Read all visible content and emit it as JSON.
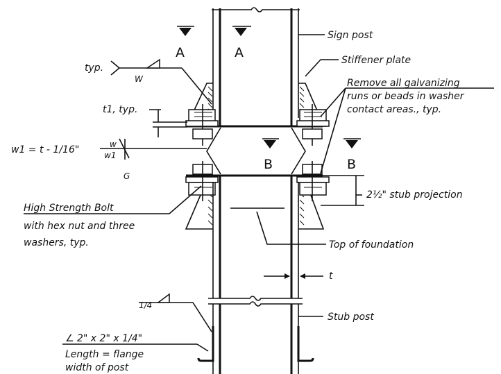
{
  "labels": {
    "sign_post": "Sign post",
    "stiffener_plate": "Stiffener plate",
    "remove_line1": "Remove all galvanizing",
    "remove_line2": "runs or beads in washer",
    "remove_line3": "contact areas., typ.",
    "typ": "typ.",
    "w": "W",
    "t1_typ": "t1, typ.",
    "w1_formula": "w1 = t - 1/16\"",
    "w_small": "w",
    "w1_small": "w1",
    "g": "G",
    "section_a_left": "A",
    "section_a_right": "A",
    "section_b_left": "B",
    "section_b_right": "B",
    "stub_projection": "2½\" stub projection",
    "bolt_line1": "High Strength Bolt",
    "bolt_line2": "with hex nut and three",
    "bolt_line3": "washers, typ.",
    "top_of_foundation": "Top of foundation",
    "t": "t",
    "quarter_weld": "1/4",
    "stub_post": "Stub post",
    "angle_line1": "∠ 2\" x 2\" x 1/4\"",
    "angle_line2": "Length = flange",
    "angle_line3": "width of post"
  },
  "colors": {
    "ink": "#111111",
    "background": "#ffffff"
  }
}
